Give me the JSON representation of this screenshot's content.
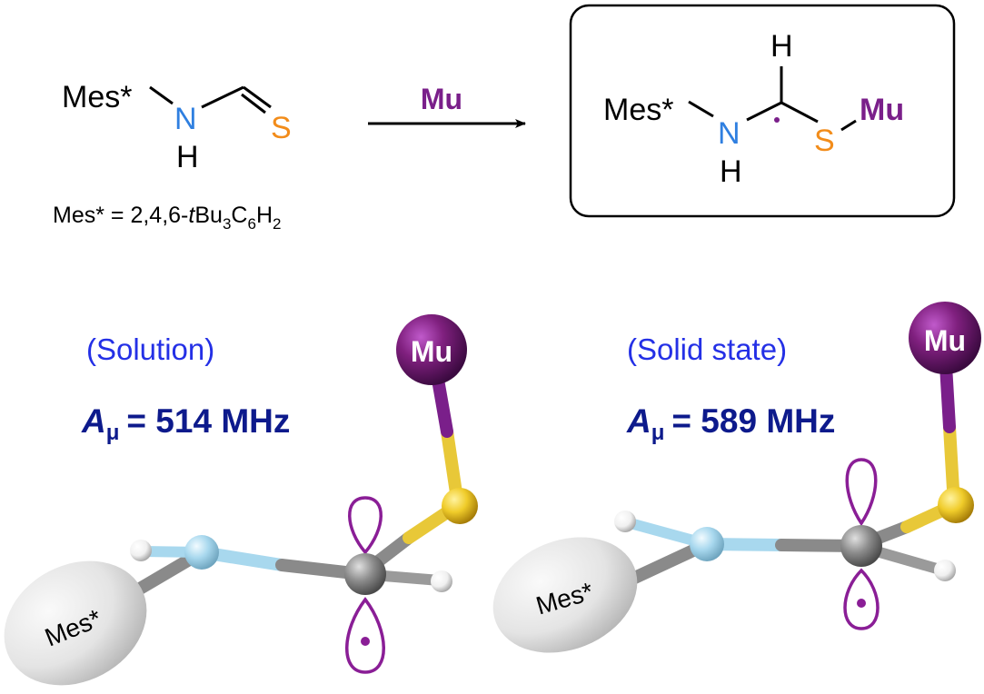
{
  "reaction": {
    "reactant": {
      "mes": "Mes*",
      "n": "N",
      "h": "H",
      "s": "S"
    },
    "definition": {
      "lhs": "Mes* = 2,4,6-",
      "t": "t",
      "bu": "Bu",
      "sub3": "3",
      "c": "C",
      "sub6": "6",
      "h": "H",
      "sub2": "2"
    },
    "reagent": "Mu",
    "product": {
      "mes": "Mes*",
      "n": "N",
      "h_top": "H",
      "h_bottom": "H",
      "s": "S",
      "mu": "Mu"
    }
  },
  "panels": [
    {
      "state": "(Solution)",
      "a_symbol": "A",
      "a_sub": "μ",
      "a_value": "= 514 MHz",
      "mu_atom": "Mu",
      "mes_blob": "Mes*"
    },
    {
      "state": "(Solid state)",
      "a_symbol": "A",
      "a_sub": "μ",
      "a_value": "= 589 MHz",
      "mu_atom": "Mu",
      "mes_blob": "Mes*"
    }
  ],
  "colors": {
    "nitrogen": "#2f7fe0",
    "sulfur": "#f28c1a",
    "muonium": "#7a1f8a",
    "state_label": "#2430e6",
    "coupling_value": "#0d1a8c"
  }
}
